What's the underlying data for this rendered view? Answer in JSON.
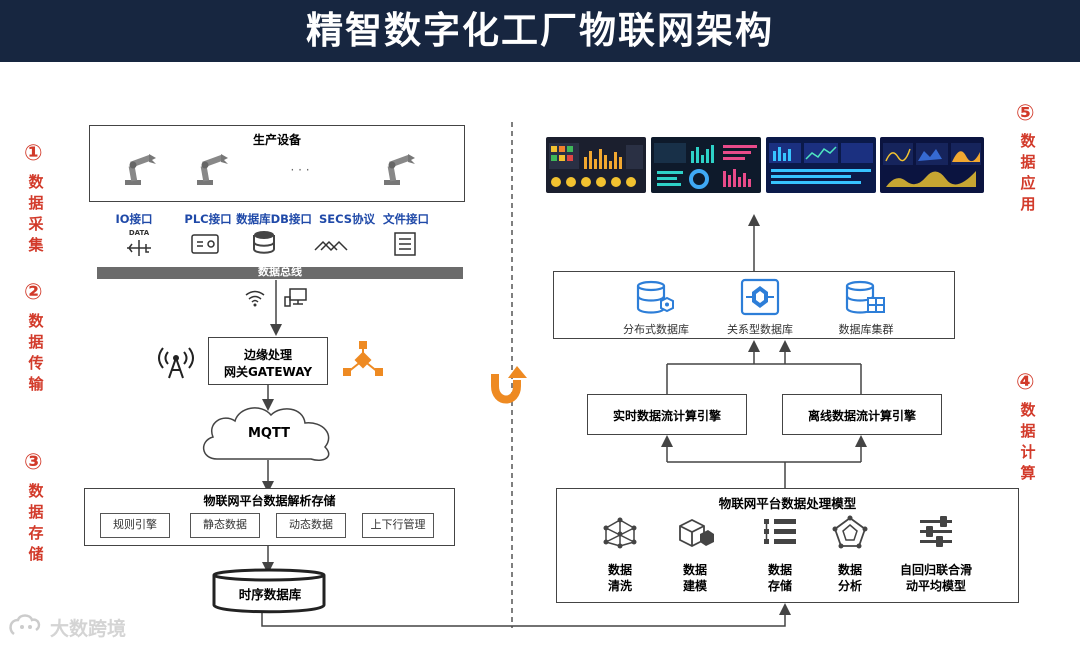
{
  "title": "精智数字化工厂物联网架构",
  "stages": [
    {
      "num": "①",
      "label": "数据采集"
    },
    {
      "num": "②",
      "label": "数据传输"
    },
    {
      "num": "③",
      "label": "数据存储"
    },
    {
      "num": "④",
      "label": "数据计算"
    },
    {
      "num": "⑤",
      "label": "数据应用"
    }
  ],
  "left": {
    "production_title": "生产设备",
    "dots": "· · ·",
    "interfaces": [
      "IO接口",
      "PLC接口",
      "数据库DB接口",
      "SECS协议",
      "文件接口"
    ],
    "data_icon_text": "DATA",
    "bus_label": "数据总线",
    "gateway_line1": "边缘处理",
    "gateway_line2": "网关GATEWAY",
    "mqtt": "MQTT",
    "iot_storage_title": "物联网平台数据解析存储",
    "storage_items": [
      "规则引擎",
      "静态数据",
      "动态数据",
      "上下行管理"
    ],
    "tsdb": "时序数据库"
  },
  "right": {
    "databases": [
      "分布式数据库",
      "关系型数据库",
      "数据库集群"
    ],
    "realtime_engine": "实时数据流计算引擎",
    "offline_engine": "离线数据流计算引擎",
    "processing_title": "物联网平台数据处理模型",
    "processing_items": [
      {
        "line1": "数据",
        "line2": "清洗"
      },
      {
        "line1": "数据",
        "line2": "建模"
      },
      {
        "line1": "数据",
        "line2": "存储"
      },
      {
        "line1": "数据",
        "line2": "分析"
      },
      {
        "line1": "自回归联合滑",
        "line2": "动平均模型"
      }
    ]
  },
  "watermark": "大数跨境",
  "colors": {
    "header_bg": "#172640",
    "stage_red": "#d23a2a",
    "interface_blue": "#1f49a8",
    "icon_blue": "#2d7ed8",
    "u_arrow_orange": "#ee8a22"
  }
}
